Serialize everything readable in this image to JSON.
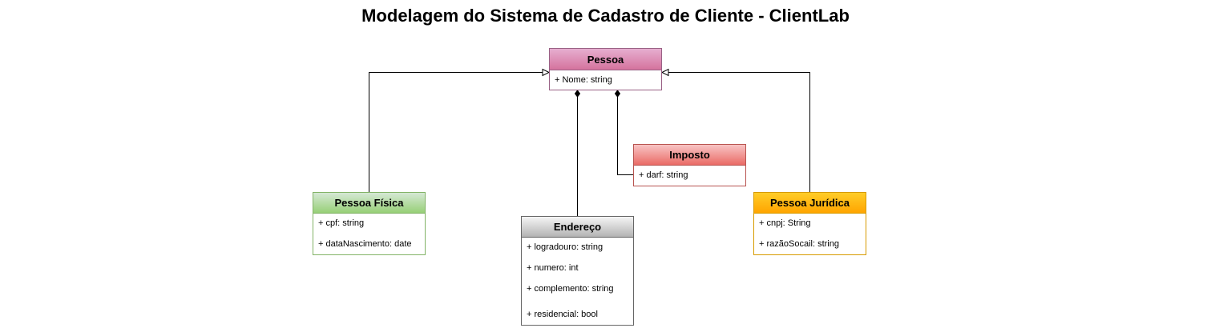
{
  "title": "Modelagem do Sistema de Cadastro de Cliente - ClientLab",
  "classes": {
    "pessoa": {
      "name": "Pessoa",
      "attributes": [
        "+ Nome: string"
      ]
    },
    "imposto": {
      "name": "Imposto",
      "attributes": [
        "+ darf: string"
      ]
    },
    "fisica": {
      "name": "Pessoa Física",
      "attributes": [
        "+ cpf: string",
        "+ dataNascimento: date"
      ]
    },
    "endereco": {
      "name": "Endereço",
      "attributes": [
        "+ logradouro: string",
        "+ numero: int",
        "+ complemento: string",
        "+ residencial: bool"
      ]
    },
    "juridica": {
      "name": "Pessoa Jurídica",
      "attributes": [
        "+ cnpj: String",
        "+ razãoSocail: string"
      ]
    }
  },
  "colors": {
    "pessoa": "#d5739d",
    "imposto": "#ea6b66",
    "fisica": "#97d077",
    "endereco": "#b3b3b3",
    "juridica": "#ffa500"
  },
  "relationships": [
    {
      "from": "Pessoa Física",
      "to": "Pessoa",
      "type": "generalization"
    },
    {
      "from": "Pessoa Jurídica",
      "to": "Pessoa",
      "type": "generalization"
    },
    {
      "from": "Endereço",
      "to": "Pessoa",
      "type": "composition"
    },
    {
      "from": "Imposto",
      "to": "Pessoa",
      "type": "composition"
    }
  ]
}
